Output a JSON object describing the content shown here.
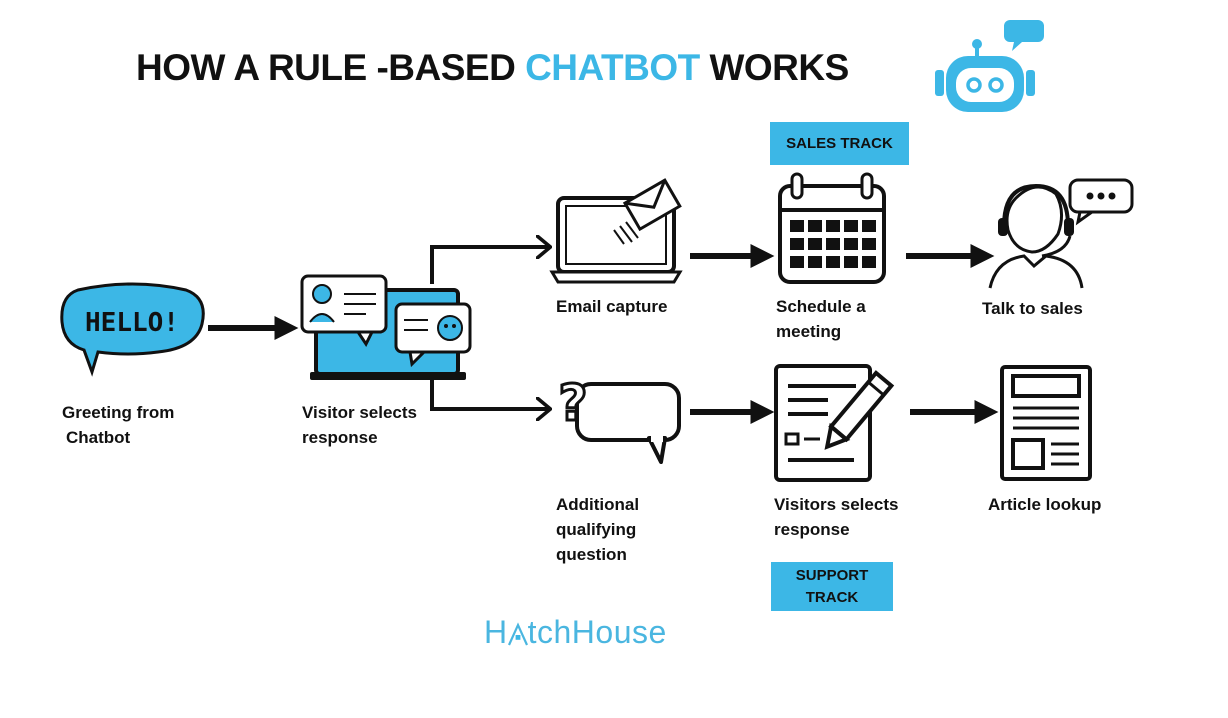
{
  "title": {
    "part1": "HOW A RULE -BASED ",
    "accent": "CHATBOT",
    "part2": " WORKS"
  },
  "tracks": {
    "sales": "SALES TRACK",
    "support_line1": "SUPPORT",
    "support_line2": "TRACK"
  },
  "steps": {
    "greeting": [
      "Greeting from",
      "Chatbot"
    ],
    "hello_bubble": "HELLO!",
    "visitor_selects": [
      "Visitor selects",
      "response"
    ],
    "email_capture": [
      "Email capture"
    ],
    "schedule": [
      "Schedule a",
      "meeting"
    ],
    "talk_sales": [
      "Talk to sales"
    ],
    "additional": [
      "Additional",
      "qualifying",
      "question"
    ],
    "visitors_selects": [
      "Visitors selects",
      "response"
    ],
    "article": [
      "Article lookup"
    ]
  },
  "logo": {
    "left": "H",
    "right": "tchHouse"
  },
  "colors": {
    "accent": "#3cb7e6",
    "ink": "#111111"
  }
}
